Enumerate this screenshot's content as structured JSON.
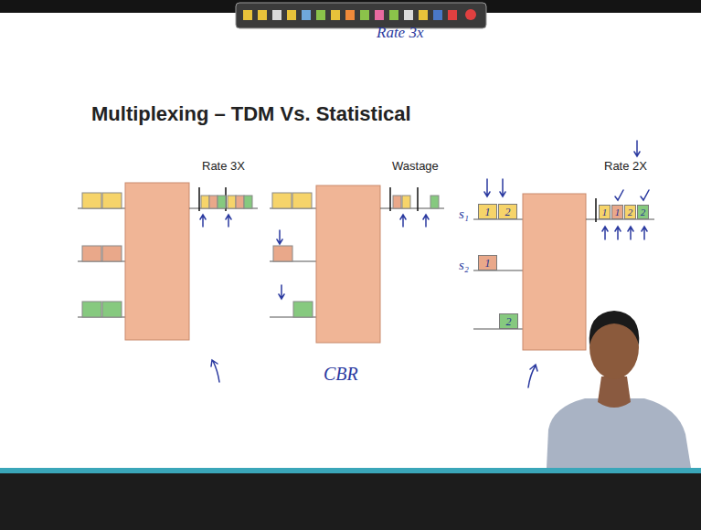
{
  "diagram": {
    "title": "Multiplexing – TDM Vs. Statistical",
    "nodes": [
      {
        "text": [
          "1"
        ]
      },
      {
        "text": [
          "2"
        ]
      },
      {
        "text": [
          "1"
        ]
      },
      {
        "text": [
          "2"
        ]
      },
      {
        "text": [
          "1"
        ]
      },
      {
        "text": [
          "1"
        ]
      },
      {
        "text": [
          "2"
        ]
      },
      {
        "text": [
          "2"
        ]
      }
    ],
    "labels": [
      "Rate 3x",
      "Rate 3X",
      "Wastage",
      "Rate 2X",
      "s₁",
      "s₂",
      "CBR"
    ]
  }
}
